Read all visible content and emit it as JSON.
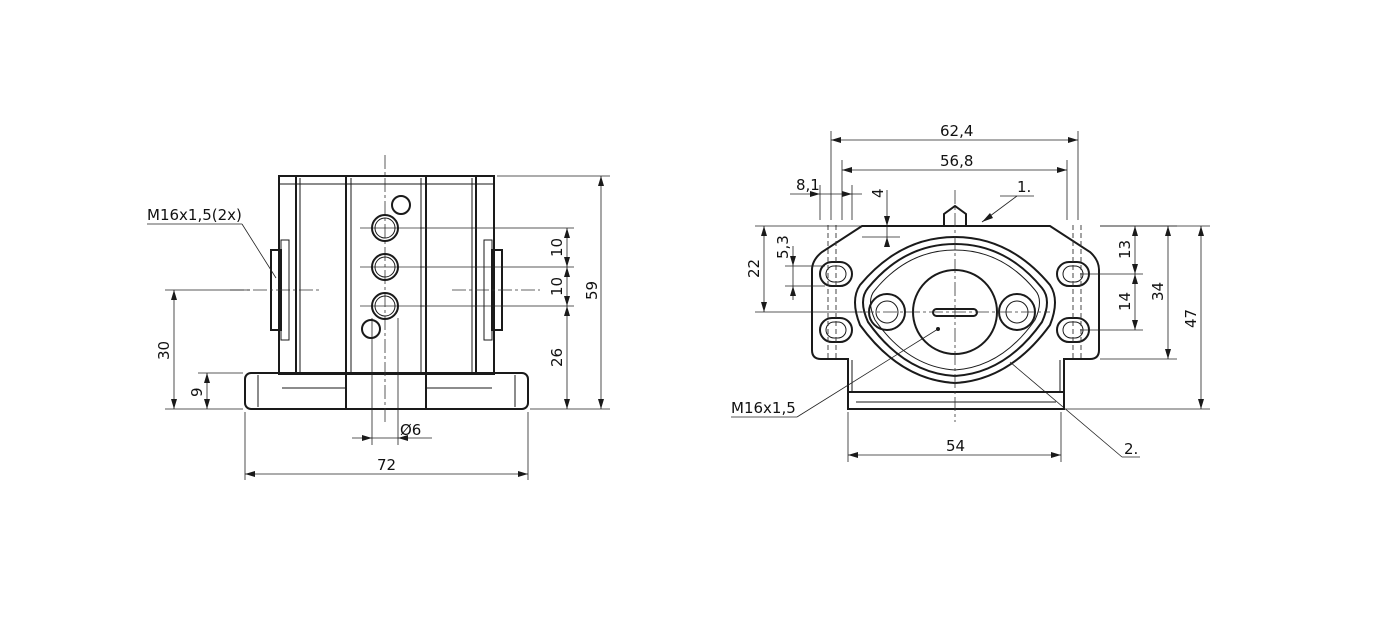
{
  "colors": {
    "line": "#1a1a1a",
    "background": "#ffffff"
  },
  "front_view": {
    "thread_label": "M16x1,5(2x)",
    "dims": {
      "width": "72",
      "height": "59",
      "axis_height": "30",
      "base_height": "9",
      "hole_pitch_top": "10",
      "hole_pitch_bottom": "10",
      "hole_height": "26",
      "hole_diameter": "Ø6"
    }
  },
  "side_view": {
    "thread_label": "M16x1,5",
    "callout_1": "1.",
    "callout_2": "2.",
    "dims": {
      "outer_width": "62,4",
      "inner_width": "56,8",
      "slot_offset": "8,1",
      "top_offset": "4",
      "slot_half": "5,3",
      "slot_height": "22",
      "upper_gap": "13",
      "slot_pitch": "14",
      "flange_height": "34",
      "total_height": "47",
      "base_width": "54"
    }
  }
}
